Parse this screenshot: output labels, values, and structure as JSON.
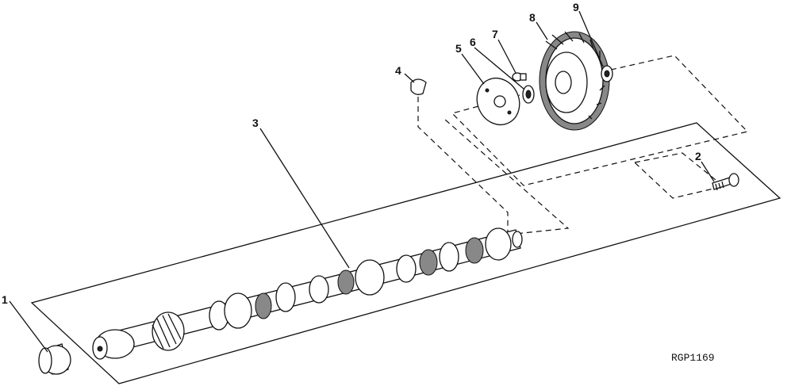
{
  "figure": {
    "code": "RGP1169",
    "callouts": [
      "1",
      "2",
      "3",
      "4",
      "5",
      "6",
      "7",
      "8",
      "9"
    ]
  }
}
